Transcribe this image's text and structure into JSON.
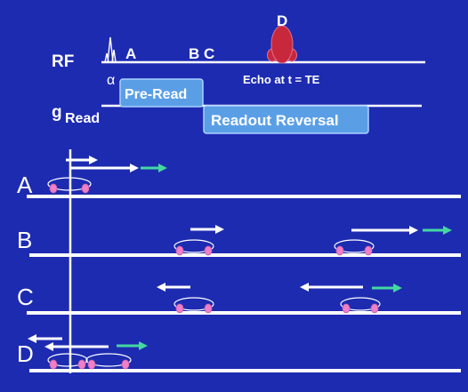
{
  "colors": {
    "background": "#1d2bb1",
    "line": "#ffffff",
    "echo": "#c8283c",
    "gradient_box_fill": "#5a9fe6",
    "gradient_box_border": "#a9d1ff",
    "spin": "#ef7fc8",
    "spin_arrow": "#43d8a0"
  },
  "sequence": {
    "rf_label": "RF",
    "alpha_label": "α",
    "point_a": "A",
    "point_bc": "B C",
    "point_d": "D",
    "echo_label": "Echo at t = TE",
    "g_label_main": "g",
    "g_label_sub": "Read",
    "preread_label": "Pre-Read",
    "readout_label": "Readout Reversal"
  },
  "rows": [
    {
      "label": "A"
    },
    {
      "label": "B"
    },
    {
      "label": "C"
    },
    {
      "label": "D"
    }
  ]
}
